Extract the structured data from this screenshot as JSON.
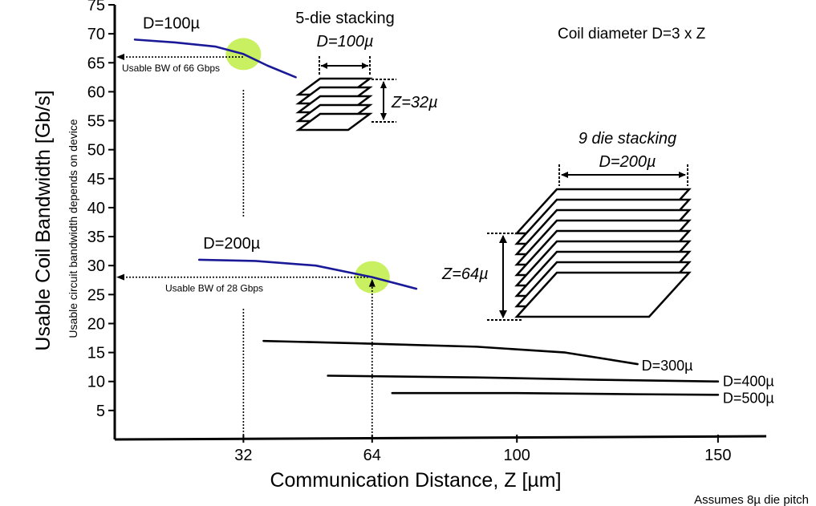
{
  "chart_data": {
    "type": "line",
    "ylabel": "Usable Coil Bandwidth [Gb/s]",
    "ylabel_secondary": "Usable circuit bandwidth depends on device",
    "xlabel": "Communication Distance, Z [µm]",
    "xlim": [
      0,
      162
    ],
    "ylim": [
      0,
      75
    ],
    "x_ticks": [
      32,
      64,
      100,
      150
    ],
    "y_ticks": [
      5,
      10,
      15,
      20,
      25,
      30,
      35,
      40,
      45,
      50,
      55,
      60,
      65,
      70,
      75
    ],
    "grid": false,
    "series": [
      {
        "name": "D=100µ",
        "color": "#1a1a99",
        "x": [
          5,
          15,
          25,
          32,
          38,
          45
        ],
        "y": [
          69,
          68.5,
          67.8,
          66.5,
          64.5,
          62.5
        ]
      },
      {
        "name": "D=200µ",
        "color": "#1a1a99",
        "x": [
          21,
          35,
          50,
          64,
          75
        ],
        "y": [
          31,
          30.8,
          30,
          28,
          26
        ]
      },
      {
        "name": "D=300µ",
        "color": "#000000",
        "x": [
          37,
          60,
          90,
          112,
          130
        ],
        "y": [
          17,
          16.6,
          16,
          15,
          13
        ]
      },
      {
        "name": "D=400µ",
        "color": "#000000",
        "x": [
          53,
          90,
          120,
          150
        ],
        "y": [
          11,
          10.7,
          10.3,
          10
        ]
      },
      {
        "name": "D=500µ",
        "color": "#000000",
        "x": [
          69,
          100,
          130,
          150
        ],
        "y": [
          8,
          8,
          7.8,
          7.7
        ]
      }
    ],
    "highlights": [
      {
        "x": 32,
        "y": 66.5,
        "color": "#c8f060"
      },
      {
        "x": 64,
        "y": 28,
        "color": "#c8f060"
      }
    ],
    "reference_lines": [
      {
        "from_x": 32,
        "y": 66,
        "label": "Usable BW of 66 Gbps"
      },
      {
        "from_x": 64,
        "y": 28,
        "label": "Usable BW of 28 Gbps"
      }
    ],
    "annotations": {
      "coil_note": "Coil diameter D=3 x Z",
      "stack5_title": "5-die stacking",
      "stack5_d": "D=100µ",
      "stack5_z": "Z=32µ",
      "stack9_title": "9 die stacking",
      "stack9_d": "D=200µ",
      "stack9_z": "Z=64µ",
      "footnote": "Assumes 8µ die pitch"
    }
  }
}
